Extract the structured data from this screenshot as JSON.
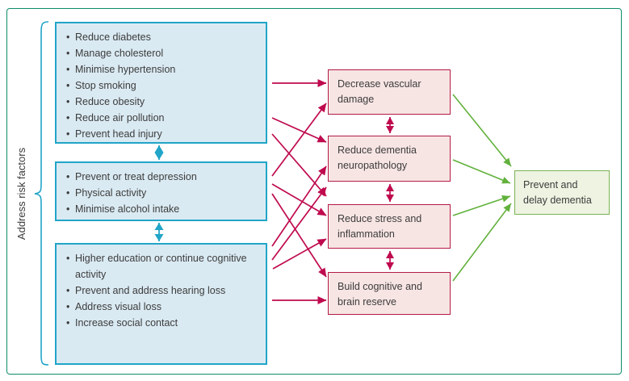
{
  "figure": {
    "sidebar_label": "Address risk factors",
    "risk_groups": [
      {
        "name": "cardiometabolic-risk-factors",
        "items": [
          "Reduce diabetes",
          "Manage cholesterol",
          "Minimise hypertension",
          "Stop smoking",
          "Reduce obesity",
          "Reduce air pollution",
          "Prevent head injury"
        ]
      },
      {
        "name": "mood-and-lifestyle-risk-factors",
        "items": [
          "Prevent or treat depression",
          "Physical activity",
          "Minimise alcohol intake"
        ]
      },
      {
        "name": "cognitive-sensory-social-risk-factors",
        "items": [
          "Higher education or continue cognitive activity",
          "Prevent and address hearing loss",
          "Address visual loss",
          "Increase social contact"
        ]
      }
    ],
    "mechanisms": [
      "Decrease vascular damage",
      "Reduce dementia neuropathology",
      "Reduce stress and inflammation",
      "Build cognitive and brain reserve"
    ],
    "outcome": "Prevent and delay dementia",
    "colors": {
      "teal-border": "#0e8c69",
      "cyan": "#21a5c8",
      "blue-fill": "#daeaf3",
      "crimson": "#bf0a4e",
      "pink-border": "#b31a47",
      "pink-fill": "#f7e5e4",
      "green": "#62b13c",
      "green-border": "#7ab356",
      "green-fill": "#eef3e2",
      "ink": "#3c3c3b"
    }
  }
}
